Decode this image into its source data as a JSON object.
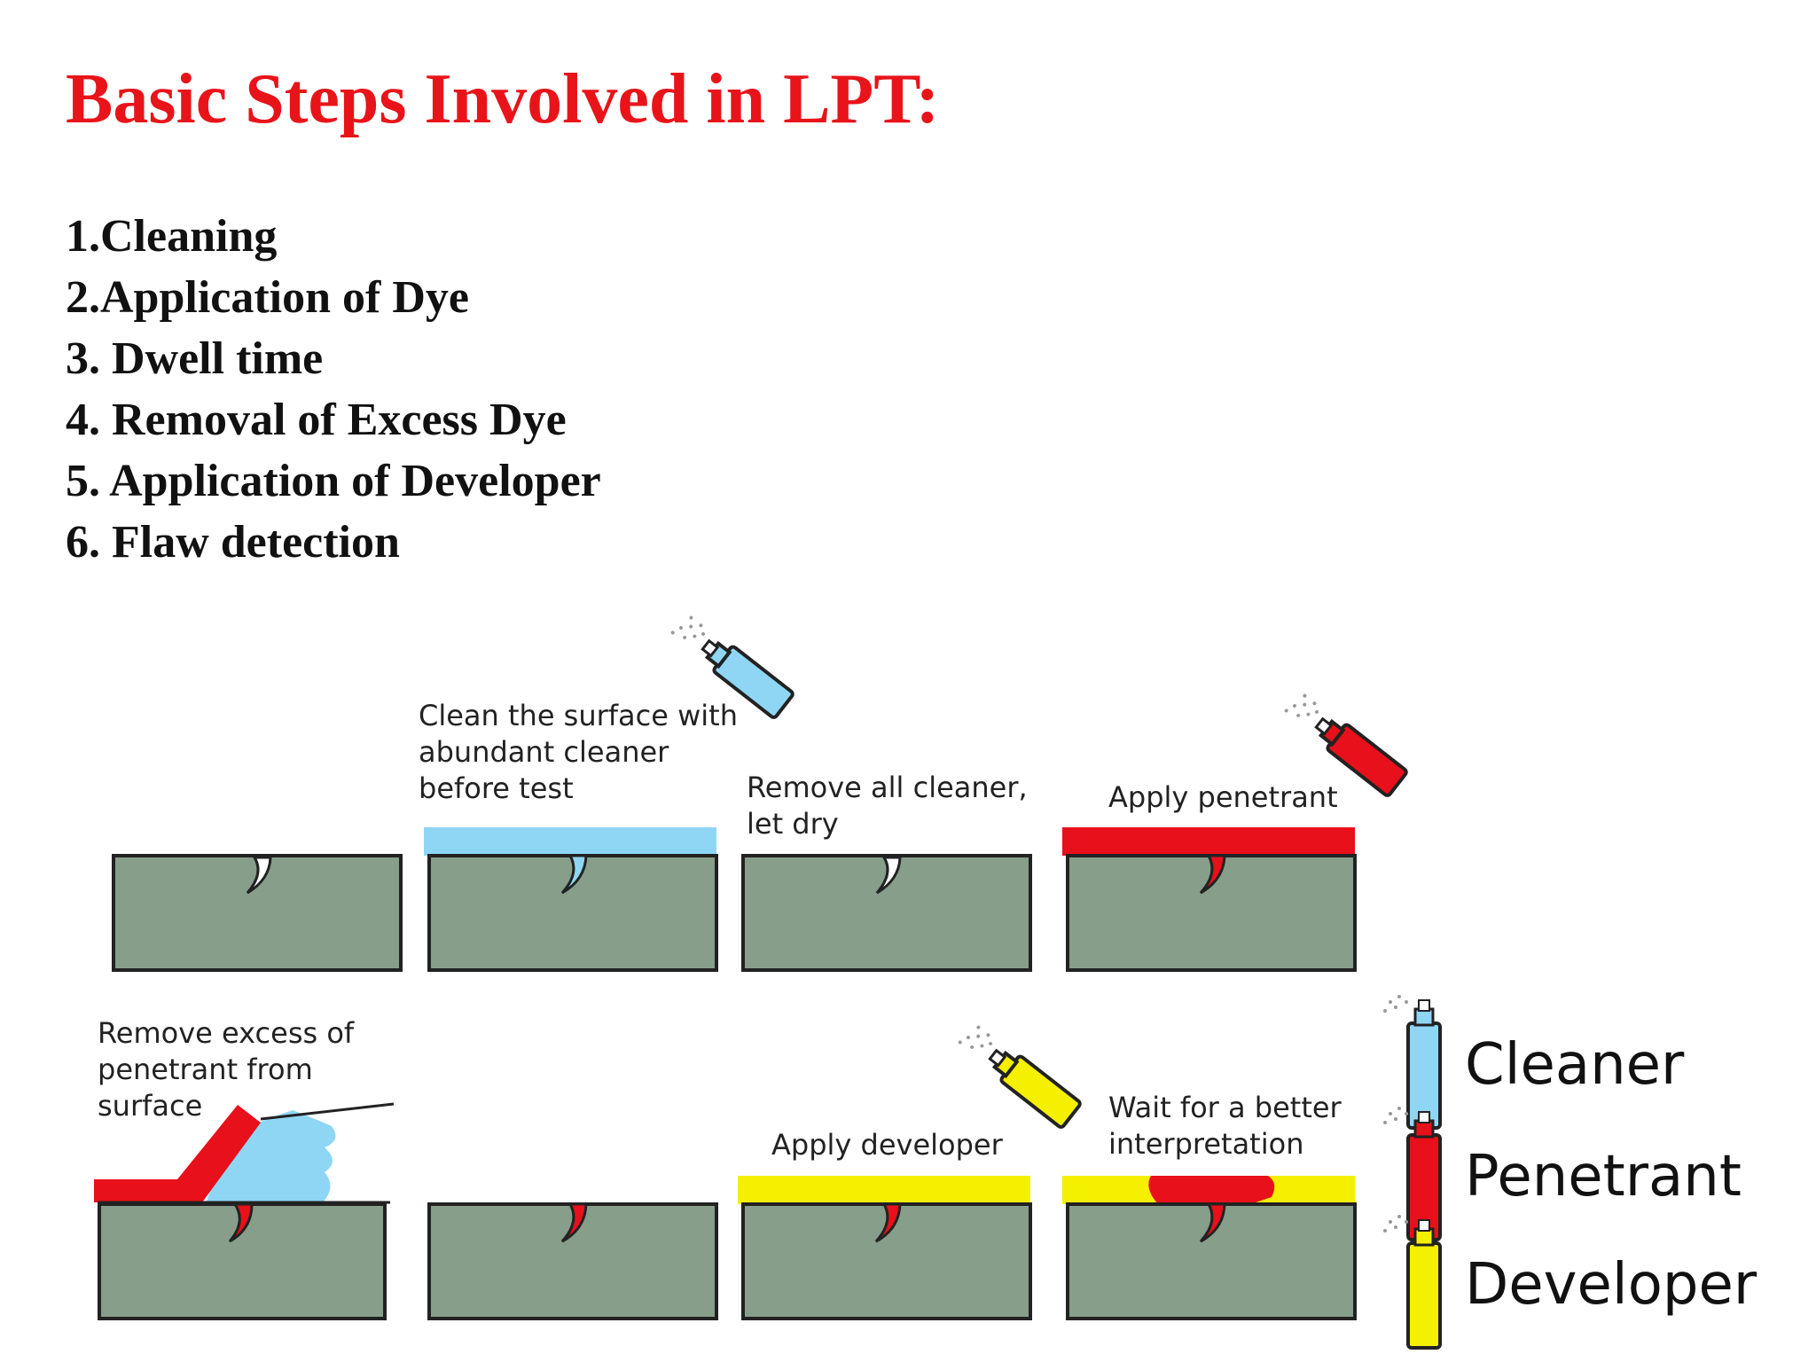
{
  "title": "Basic Steps Involved in LPT:",
  "steps": [
    "1.Cleaning",
    "2.Application of Dye",
    "3. Dwell time",
    "4. Removal of Excess Dye",
    "5. Application of Developer",
    "6. Flaw detection"
  ],
  "diagram": {
    "clean_label": [
      "Clean the surface with",
      "abundant cleaner",
      "before test"
    ],
    "dry_label": [
      "Remove all cleaner,",
      "let dry"
    ],
    "penetrant_label": "Apply penetrant",
    "remove_label": [
      "Remove excess of",
      "penetrant from",
      "surface"
    ],
    "developer_label": "Apply developer",
    "wait_label": [
      "Wait for a better",
      "interpretation"
    ]
  },
  "legend": [
    {
      "label": "Cleaner",
      "color": "#8fd6f5"
    },
    {
      "label": "Penetrant",
      "color": "#e8101a"
    },
    {
      "label": "Developer",
      "color": "#f5ef00"
    }
  ],
  "colors": {
    "title": "#e8141a",
    "specimen": "#869e8a",
    "cleaner": "#8fd6f5",
    "penetrant": "#e8101a",
    "developer": "#f5ef00"
  }
}
